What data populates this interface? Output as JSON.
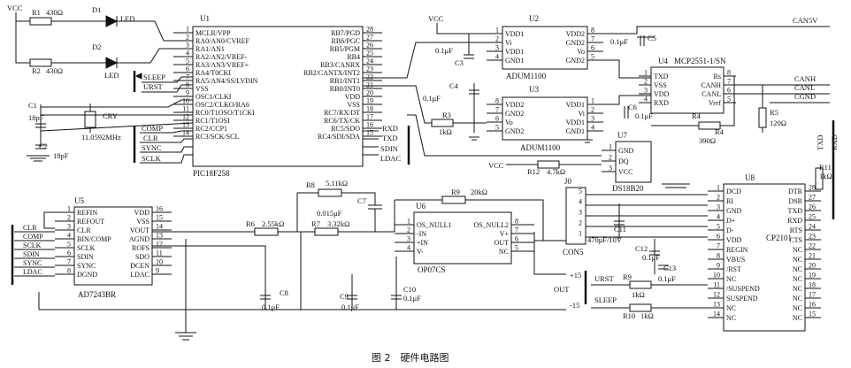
{
  "caption": "图 2　硬件电路图",
  "supply": {
    "vcc": "VCC",
    "plus15": "+15",
    "minus15": "-15",
    "out": "OUT",
    "can5v": "CAN5V"
  },
  "u1": {
    "ref": "U1",
    "part": "PIC18F258",
    "left": [
      {
        "n": "1",
        "p": "MCLR/VPP"
      },
      {
        "n": "2",
        "p": "RA0/AN0/CVREF"
      },
      {
        "n": "3",
        "p": "RA1/AN1"
      },
      {
        "n": "4",
        "p": "RA2/AN2/VREF-"
      },
      {
        "n": "5",
        "p": "RA3/AN3/VREF+"
      },
      {
        "n": "6",
        "p": "RA4/T0CKI"
      },
      {
        "n": "7",
        "p": "RA5/AN4/SS/LVDIN"
      },
      {
        "n": "8",
        "p": "VSS"
      },
      {
        "n": "9",
        "p": "OSC1/CLKI"
      },
      {
        "n": "10",
        "p": "OSC2/CLKO/RA6"
      },
      {
        "n": "11",
        "p": "RC0/T1OSO/T1CKI"
      },
      {
        "n": "12",
        "p": "RC1/T1OSI"
      },
      {
        "n": "13",
        "p": "RC2/CCP1"
      },
      {
        "n": "14",
        "p": "RC3/SCK/SCL"
      }
    ],
    "right": [
      {
        "n": "28",
        "p": "RB7/PGD"
      },
      {
        "n": "27",
        "p": "RB6/PGC"
      },
      {
        "n": "26",
        "p": "RB5/PGM"
      },
      {
        "n": "25",
        "p": "RB4"
      },
      {
        "n": "24",
        "p": "RB3/CANRX"
      },
      {
        "n": "23",
        "p": "RB2/CANTX/INT2"
      },
      {
        "n": "22",
        "p": "RB1/INT1"
      },
      {
        "n": "21",
        "p": "RB0/INT0"
      },
      {
        "n": "20",
        "p": "VDD"
      },
      {
        "n": "19",
        "p": "VSS"
      },
      {
        "n": "18",
        "p": "RC7/RX/DT"
      },
      {
        "n": "17",
        "p": "RC6/TX/CK"
      },
      {
        "n": "16",
        "p": "RC5/SDO"
      },
      {
        "n": "15",
        "p": "RC4/SDI/SDA"
      }
    ]
  },
  "u1_nets": {
    "left": [
      "SLEEP",
      "URST",
      "COMP",
      "CLR",
      "SYNC",
      "SCLK"
    ],
    "right": [
      "RXD",
      "TXD",
      "SDIN",
      "LDAC"
    ]
  },
  "r1": {
    "ref": "R1",
    "val": "430Ω"
  },
  "r2": {
    "ref": "R2",
    "val": "430Ω"
  },
  "d1": {
    "ref": "D1",
    "label": "LED"
  },
  "d2": {
    "ref": "D2",
    "label": "LED"
  },
  "c1": {
    "ref": "C1",
    "val": "18pF"
  },
  "c2": {
    "ref": "C2",
    "val": "18pF"
  },
  "cry": {
    "ref": "CRY",
    "val": "11.0592MHz"
  },
  "u2": {
    "ref": "U2",
    "part": "ADUM1100",
    "left": [
      {
        "n": "1",
        "p": "VDD1"
      },
      {
        "n": "2",
        "p": "Vi"
      },
      {
        "n": "3",
        "p": "VDD1"
      },
      {
        "n": "4",
        "p": "GND1"
      }
    ],
    "right": [
      {
        "n": "8",
        "p": "VDD2"
      },
      {
        "n": "7",
        "p": "GND2"
      },
      {
        "n": "6",
        "p": "Vo"
      },
      {
        "n": "5",
        "p": "GND2"
      }
    ]
  },
  "u3": {
    "ref": "U3",
    "part": "ADUM1100",
    "left": [
      {
        "n": "8",
        "p": "VDD2"
      },
      {
        "n": "7",
        "p": "GND2"
      },
      {
        "n": "6",
        "p": "Vo"
      },
      {
        "n": "5",
        "p": "GND2"
      }
    ],
    "right": [
      {
        "n": "1",
        "p": "VDD1"
      },
      {
        "n": "2",
        "p": "Vi"
      },
      {
        "n": "3",
        "p": "VDD1"
      },
      {
        "n": "4",
        "p": "GND1"
      }
    ]
  },
  "c2b": {
    "ref": "C2",
    "val": "0.1μF"
  },
  "c3": {
    "ref": "C3",
    "val": "0.1μF"
  },
  "c4": {
    "ref": "C4",
    "val": "0.1μF"
  },
  "c5": {
    "ref": "C5"
  },
  "c6": {
    "ref": "C6",
    "val": "0.1μF"
  },
  "r3": {
    "ref": "R3",
    "val": "1kΩ"
  },
  "r4": {
    "ref": "R4",
    "val": "390Ω"
  },
  "r5": {
    "ref": "R5",
    "val": "120Ω"
  },
  "u4": {
    "ref": "U4",
    "part": "MCP2551-1/SN",
    "left": [
      {
        "n": "1",
        "p": "TXD"
      },
      {
        "n": "2",
        "p": "VSS"
      },
      {
        "n": "3",
        "p": "VDD"
      },
      {
        "n": "4",
        "p": "RXD"
      }
    ],
    "right": [
      {
        "n": "8",
        "p": "Rs"
      },
      {
        "n": "7",
        "p": "CANH"
      },
      {
        "n": "6",
        "p": "CANL"
      },
      {
        "n": "5",
        "p": "Vref"
      }
    ],
    "extra": "R4"
  },
  "can": {
    "h": "CANH",
    "l": "CANL",
    "gnd": "CGND"
  },
  "u7": {
    "ref": "U7",
    "part": "DS18B20",
    "pins": [
      {
        "n": "1",
        "p": "GND"
      },
      {
        "n": "2",
        "p": "DQ"
      },
      {
        "n": "3",
        "p": "VCC"
      }
    ]
  },
  "r12": {
    "ref": "R12",
    "val": "4.7kΩ"
  },
  "u5": {
    "ref": "U5",
    "part": "AD7243BR",
    "left": [
      {
        "n": "1",
        "p": "REFIN"
      },
      {
        "n": "2",
        "p": "REFOUT"
      },
      {
        "n": "3",
        "p": "CLR"
      },
      {
        "n": "4",
        "p": "BIN/COMP"
      },
      {
        "n": "5",
        "p": "SCLK"
      },
      {
        "n": "6",
        "p": "SDIN"
      },
      {
        "n": "7",
        "p": "SYNC"
      },
      {
        "n": "8",
        "p": "DGND"
      }
    ],
    "right": [
      {
        "n": "16",
        "p": "VDD"
      },
      {
        "n": "15",
        "p": "VSS"
      },
      {
        "n": "14",
        "p": "VOUT"
      },
      {
        "n": "13",
        "p": "AGND"
      },
      {
        "n": "12",
        "p": "ROFS"
      },
      {
        "n": "11",
        "p": "SDO"
      },
      {
        "n": "10",
        "p": "DCEN"
      },
      {
        "n": "9",
        "p": "LDAC"
      }
    ]
  },
  "u5_nets": [
    "CLR",
    "COMP",
    "SCLK",
    "SDIN",
    "SYNC",
    "LDAC"
  ],
  "r6": {
    "ref": "R6",
    "val": "2.55kΩ"
  },
  "r7": {
    "ref": "R7",
    "val": "3.32kΩ"
  },
  "r8": {
    "ref": "R8",
    "val": "5.11kΩ"
  },
  "r9": {
    "ref": "R9",
    "val": "20kΩ"
  },
  "c7": {
    "ref": "C7",
    "val": "0.015μF"
  },
  "c8": {
    "ref": "C8",
    "val": "0.1μF"
  },
  "c9": {
    "ref": "C9",
    "val": "0.1μF"
  },
  "c10": {
    "ref": "C10",
    "val": "0.1μF"
  },
  "u6": {
    "ref": "U6",
    "part": "OP07CS",
    "left": [
      {
        "n": "1",
        "p": "OS_NULL1"
      },
      {
        "n": "2",
        "p": "-IN"
      },
      {
        "n": "3",
        "p": "+IN"
      },
      {
        "n": "4",
        "p": "V-"
      }
    ],
    "right": [
      {
        "n": "8",
        "p": "OS_NULL2"
      },
      {
        "n": "7",
        "p": "V+"
      },
      {
        "n": "6",
        "p": "OUT"
      },
      {
        "n": "5",
        "p": "NC"
      }
    ]
  },
  "j0": {
    "ref": "J0",
    "part": "CON5",
    "pins": [
      "5",
      "4",
      "3",
      "2",
      "1"
    ]
  },
  "c11": {
    "ref": "C11",
    "val": "470μF/10V"
  },
  "c12": {
    "ref": "C12",
    "val": "0.1μF"
  },
  "c13": {
    "ref": "C13",
    "val": "0.1μF"
  },
  "r9b": {
    "ref": "R9",
    "val": "1kΩ"
  },
  "r10": {
    "ref": "R10",
    "val": "1kΩ"
  },
  "r11": {
    "ref": "R11",
    "val": "1kΩ"
  },
  "u8_nets": {
    "urst": "URST",
    "sleep": "SLEEP",
    "txd": "TXD",
    "rxd": "RXD"
  },
  "u8": {
    "ref": "U8",
    "part": "CP2101",
    "left": [
      {
        "n": "1",
        "p": "DCD"
      },
      {
        "n": "2",
        "p": "RI"
      },
      {
        "n": "3",
        "p": "GND"
      },
      {
        "n": "4",
        "p": "D+"
      },
      {
        "n": "5",
        "p": "D-"
      },
      {
        "n": "6",
        "p": "VDD"
      },
      {
        "n": "7",
        "p": "REGIN"
      },
      {
        "n": "8",
        "p": "VBUS"
      },
      {
        "n": "9",
        "p": "/RST"
      },
      {
        "n": "10",
        "p": "NC"
      },
      {
        "n": "11",
        "p": "/SUSPEND"
      },
      {
        "n": "12",
        "p": "SUSPEND"
      },
      {
        "n": "13",
        "p": "NC"
      },
      {
        "n": "14",
        "p": "NC"
      }
    ],
    "right": [
      {
        "n": "28",
        "p": "DTR"
      },
      {
        "n": "27",
        "p": "DSR"
      },
      {
        "n": "26",
        "p": "TXD"
      },
      {
        "n": "25",
        "p": "RXD"
      },
      {
        "n": "24",
        "p": "RTS"
      },
      {
        "n": "23",
        "p": "CTS"
      },
      {
        "n": "22",
        "p": "NC"
      },
      {
        "n": "21",
        "p": "NC"
      },
      {
        "n": "20",
        "p": "NC"
      },
      {
        "n": "19",
        "p": "NC"
      },
      {
        "n": "18",
        "p": "NC"
      },
      {
        "n": "17",
        "p": "NC"
      },
      {
        "n": "16",
        "p": "NC"
      },
      {
        "n": "15",
        "p": "NC"
      }
    ]
  }
}
